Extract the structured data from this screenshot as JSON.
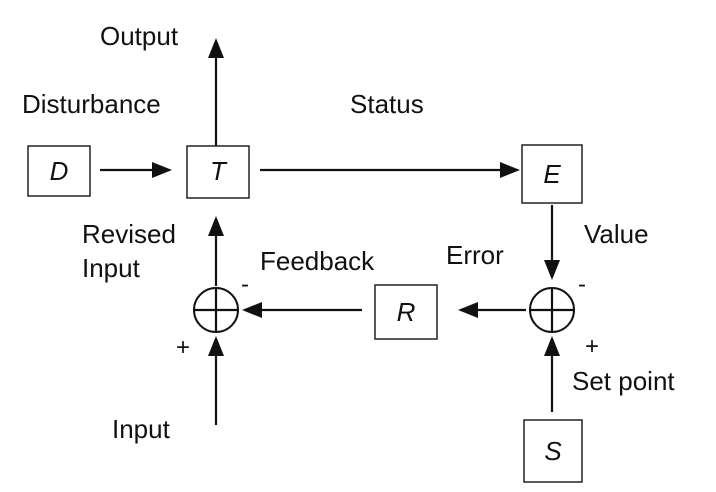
{
  "blocks": {
    "disturbance": "D",
    "transform": "T",
    "estimator": "E",
    "regulator": "R",
    "setpoint": "S"
  },
  "labels": {
    "output": "Output",
    "disturbance": "Disturbance",
    "status": "Status",
    "revised_input_line1": "Revised",
    "revised_input_line2": "Input",
    "feedback": "Feedback",
    "error": "Error",
    "value": "Value",
    "set_point": "Set point",
    "input": "Input"
  },
  "signs": {
    "left_minus": "-",
    "left_plus": "+",
    "right_minus": "-",
    "right_plus": "+"
  }
}
